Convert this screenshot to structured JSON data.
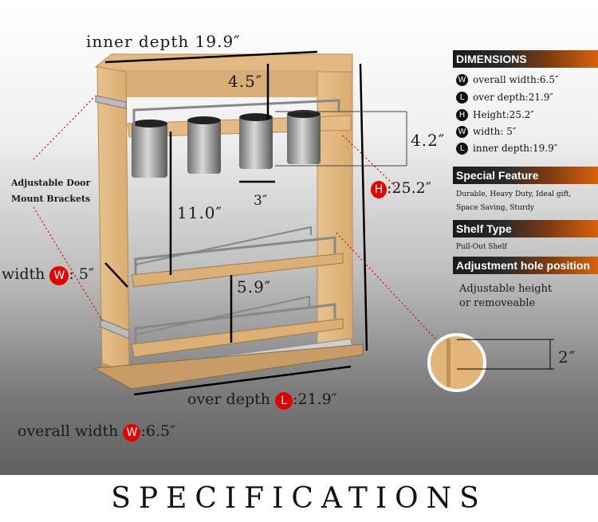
{
  "diagram": {
    "inner_depth_label": "inner depth",
    "inner_depth_value": "19.9″",
    "top_gap": "4.5″",
    "cup_height": "4.2″",
    "cup_width": "3″",
    "shelf_gap_upper": "11.0″",
    "shelf_gap_lower": "5.9″",
    "height_badge": "H",
    "height_value": ":25.2″",
    "width_label": "width",
    "width_badge": "W",
    "width_value": ": 5″",
    "over_depth_label": "over depth",
    "over_depth_badge": "L",
    "over_depth_value": ":21.9″",
    "overall_width_label": "overall width",
    "overall_width_badge": "W",
    "overall_width_value": ":6.5″",
    "brackets_line1": "Adjustable Door",
    "brackets_line2": "Mount Brackets",
    "hole_value": "2″"
  },
  "panel": {
    "dimensions_title": "DIMENSIONS",
    "dimensions": [
      {
        "icon": "W",
        "text": "overall width:6.5″"
      },
      {
        "icon": "L",
        "text": "over depth:21.9″"
      },
      {
        "icon": "H",
        "text": "Height:25.2″"
      },
      {
        "icon": "W",
        "text": "width: 5″"
      },
      {
        "icon": "L",
        "text": "inner depth:19.9″"
      }
    ],
    "feature_title": "Special Feature",
    "feature_text": "Durable, Heavy Duty, Ideal gift, Space Saving, Sturdy",
    "shelf_title": "Shelf Type",
    "shelf_text": "Pull-Out Shelf",
    "hole_title": "Adjustment hole position",
    "hole_line1": "Adjustable height",
    "hole_line2": "or removeable"
  },
  "footer": {
    "title": "SPECIFICATIONS"
  }
}
